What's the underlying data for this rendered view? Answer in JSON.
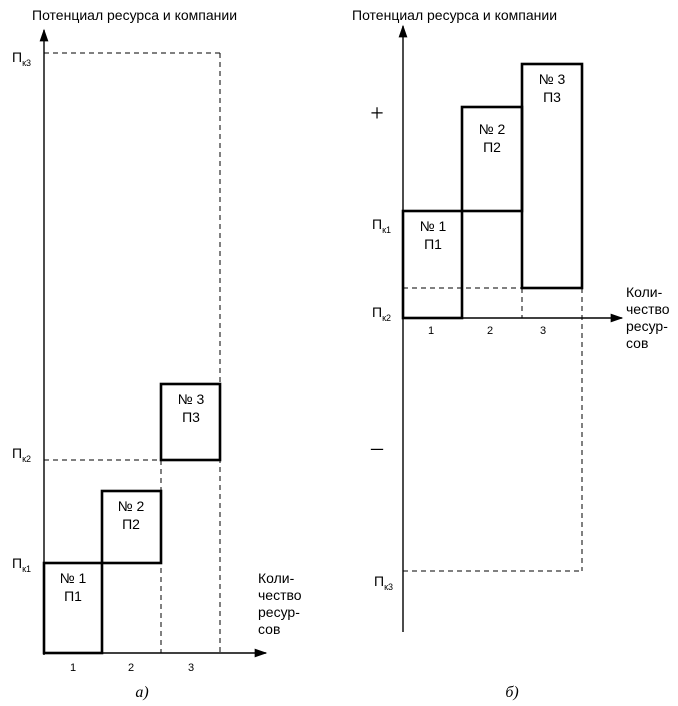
{
  "y_axis_title": "Потенциал ресурса и компании",
  "x_axis_title": [
    "Коли-",
    "чество",
    "ресур-",
    "сов"
  ],
  "pk_base": "П",
  "pk_sub": [
    "к1",
    "к2",
    "к3"
  ],
  "sign_plus": "+",
  "sign_minus": "–",
  "panel_a": {
    "caption": "а)",
    "ticks": [
      "1",
      "2",
      "3"
    ],
    "boxes": [
      {
        "line1": "№ 1",
        "line2": "П1"
      },
      {
        "line1": "№ 2",
        "line2": "П2"
      },
      {
        "line1": "№ 3",
        "line2": "П3"
      }
    ]
  },
  "panel_b": {
    "caption": "б)",
    "ticks": [
      "1",
      "2",
      "3"
    ],
    "boxes": [
      {
        "line1": "№ 1",
        "line2": "П1"
      },
      {
        "line1": "№ 2",
        "line2": "П2"
      },
      {
        "line1": "№ 3",
        "line2": "П3"
      }
    ]
  }
}
